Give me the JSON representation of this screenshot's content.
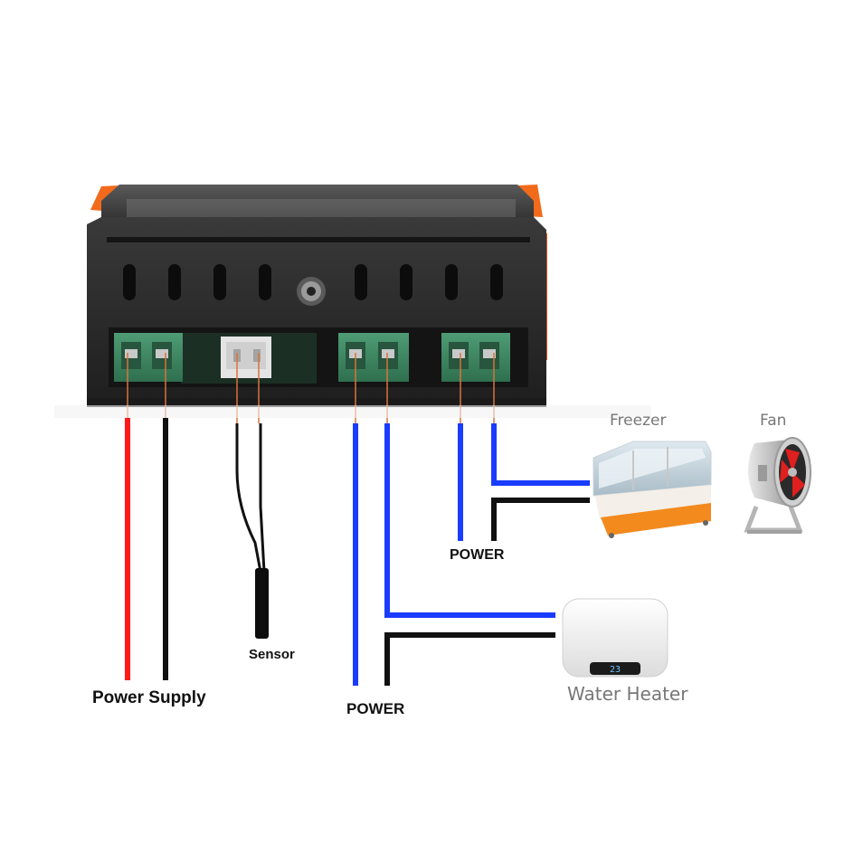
{
  "labels": {
    "power_supply": "Power Supply",
    "sensor": "Sensor",
    "power_left": "POWER",
    "power_right": "POWER",
    "freezer": "Freezer",
    "fan": "Fan",
    "water_heater": "Water Heater"
  },
  "heater_display": "23",
  "colors": {
    "red_wire": "#ff1a1a",
    "black_wire": "#111111",
    "blue_wire": "#1a3cff",
    "housing": "#262626",
    "clip": "#f26a1b",
    "terminal_green": "#3d8a63",
    "tap_line": "#d9733a"
  }
}
